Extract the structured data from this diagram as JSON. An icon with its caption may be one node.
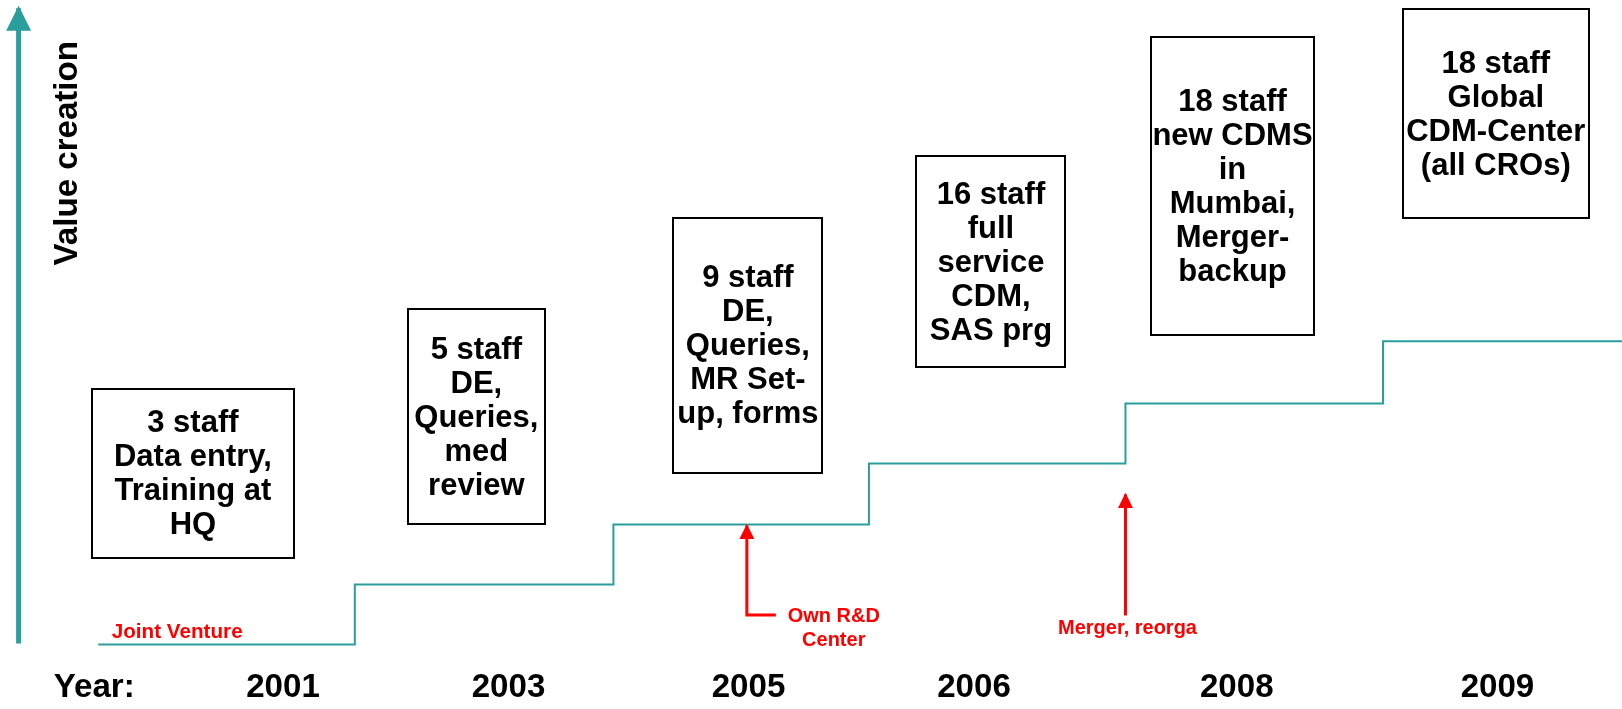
{
  "diagram": {
    "nodes": [
      {
        "text": [
          "3 staff Data entry, Training at HQ"
        ]
      },
      {
        "text": [
          "5 staff DE, Queries, med review"
        ]
      },
      {
        "text": [
          "9 staff DE, Queries, MR Set-up, forms"
        ]
      },
      {
        "text": [
          "16 staff full service CDM, SAS prg"
        ]
      },
      {
        "text": [
          "18 staff new CDMS in Mumbai, Merger-backup"
        ]
      },
      {
        "text": [
          "18 staff Global CDM-Center (all CROs)"
        ]
      },
      {
        "text": [
          "Own R&D Center"
        ]
      },
      {
        "text": [
          "Merger, reorga"
        ]
      }
    ],
    "edges": [
      {
        "from": 6,
        "to": null,
        "arrow": "to",
        "color": "#ff0000"
      },
      {
        "from": 7,
        "to": null,
        "arrow": "to",
        "color": "#ff0000"
      }
    ],
    "labels": [
      "Value creation",
      "Joint Venture",
      "Year:",
      "2001",
      "2003",
      "2005",
      "2006",
      "2008",
      "2009"
    ]
  }
}
